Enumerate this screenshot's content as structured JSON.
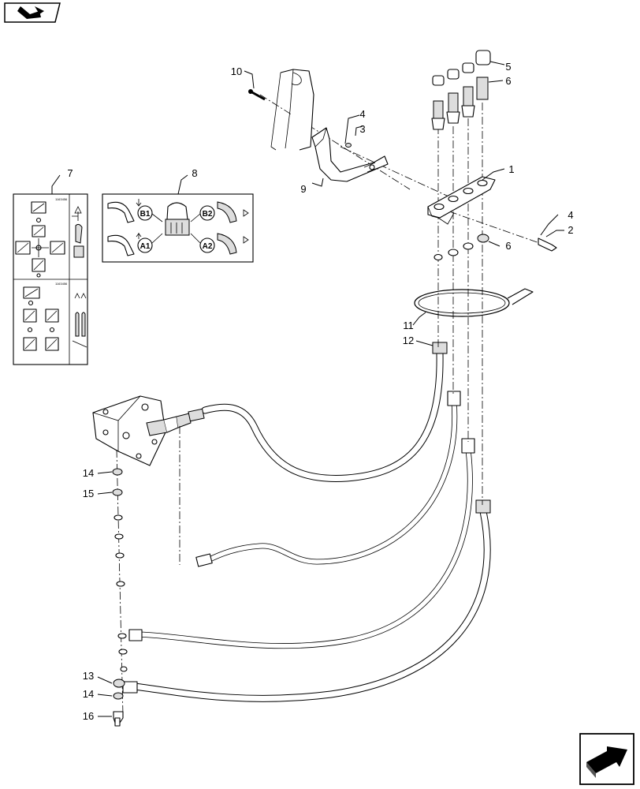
{
  "callouts": {
    "c1": "1",
    "c2": "2",
    "c3": "3",
    "c4a": "4",
    "c4b": "4",
    "c5": "5",
    "c6a": "6",
    "c6b": "6",
    "c7": "7",
    "c8": "8",
    "c9": "9",
    "c10": "10",
    "c11": "11",
    "c12": "12",
    "c13": "13",
    "c14a": "14",
    "c14b": "14",
    "c15": "15",
    "c16": "16"
  },
  "decal8": {
    "b1": "B1",
    "b2": "B2",
    "a1": "A1",
    "a2": "A2"
  },
  "decal7": {
    "code_top": "1163456",
    "code_bottom": "1163456"
  },
  "nav": {
    "top_icon": "book-arrow-icon",
    "bottom_icon": "next-page-arrow-icon"
  }
}
